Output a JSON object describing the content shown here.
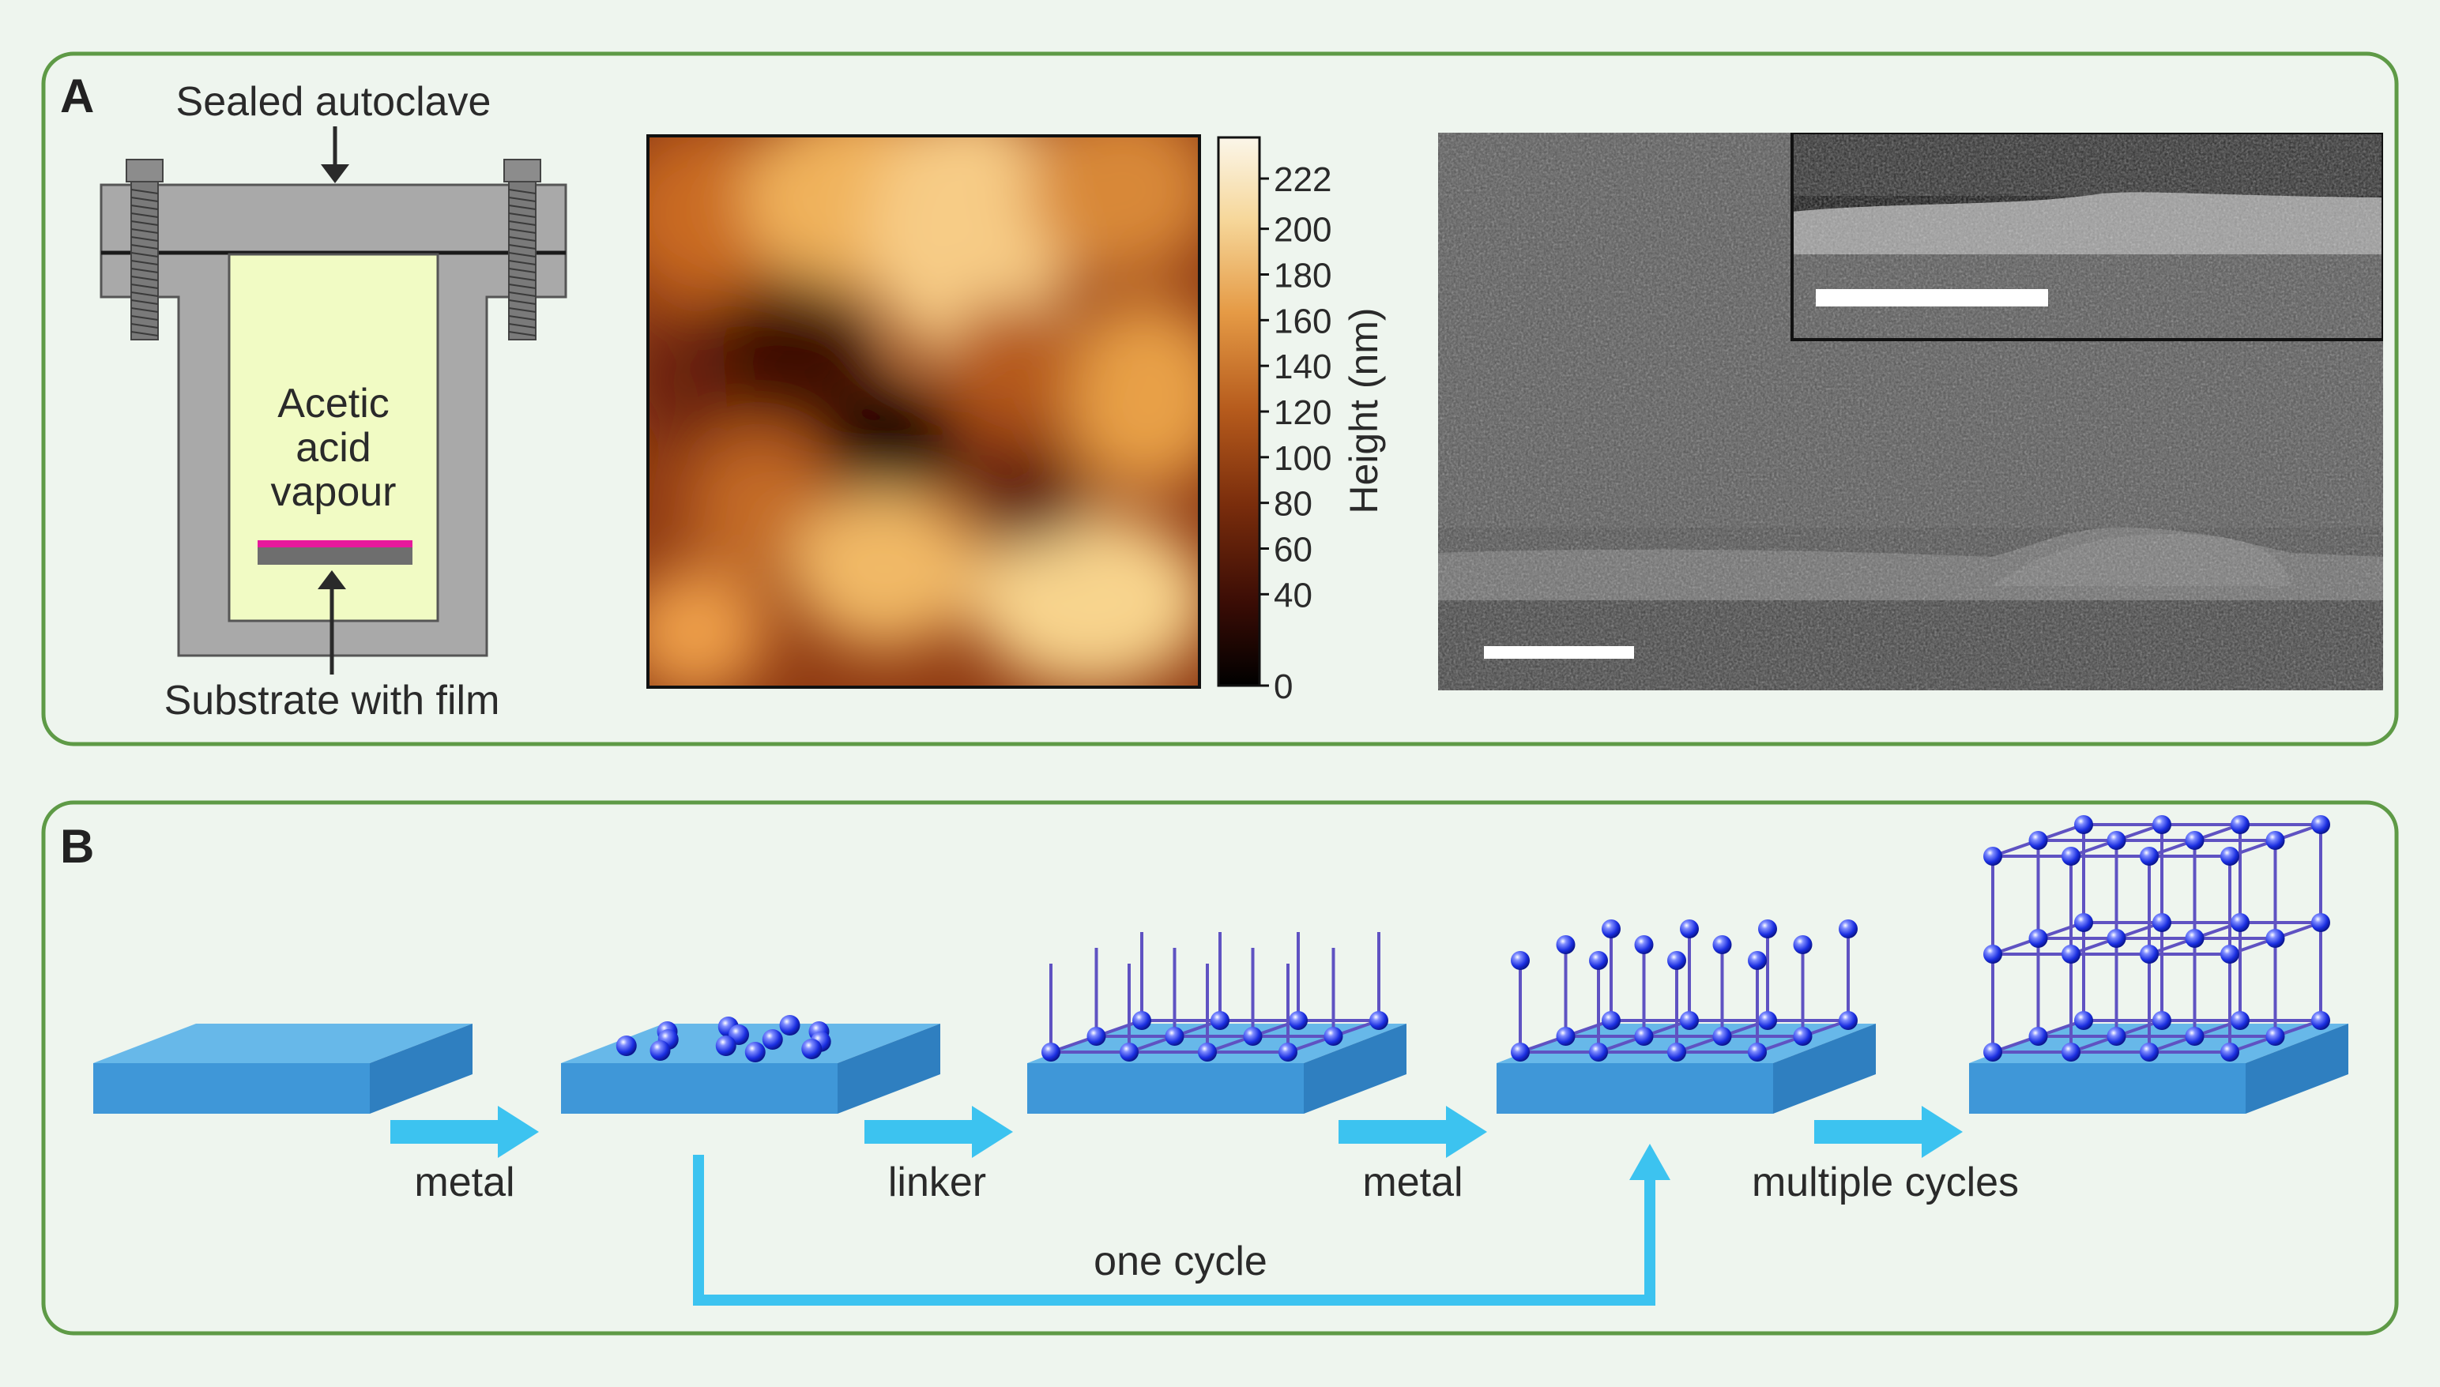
{
  "panel_a": {
    "letter": "A",
    "autoclave": {
      "top_label": "Sealed autoclave",
      "inner_label_lines": [
        "Acetic",
        "acid",
        "vapour"
      ],
      "bottom_label": "Substrate with film"
    },
    "afm": {
      "colorbar_ticks": [
        "222",
        "200",
        "180",
        "160",
        "140",
        "120",
        "100",
        "80",
        "60",
        "40",
        "0"
      ],
      "colorbar_label": "Height (nm)",
      "colorbar_max": 240,
      "colorbar_colors": [
        "#000000",
        "#3a0c05",
        "#7a2d0c",
        "#b55a1c",
        "#e59a45",
        "#f6d79a",
        "#fbf6e9"
      ]
    }
  },
  "panel_b": {
    "letter": "B",
    "steps": [
      "metal",
      "linker",
      "metal",
      "multiple cycles"
    ],
    "cycle_label": "one cycle"
  },
  "colors": {
    "panel_border": "#5e9a46",
    "panel_fill": "#eef5ee",
    "substrate_top": "#67b8e9",
    "substrate_front": "#3f97d8",
    "substrate_side": "#2f7fc0",
    "arrow": "#3cc3f0",
    "sphere": "#1a2ee0",
    "linker": "#5f52c2",
    "vapour_fill": "#f1fbc4",
    "steel": "#a9a9a9",
    "film": "#e6199c"
  }
}
